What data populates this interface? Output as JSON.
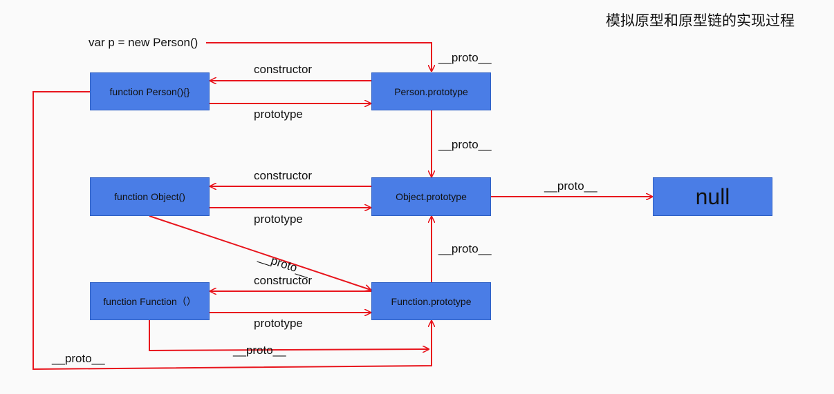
{
  "title": "模拟原型和原型链的实现过程",
  "instance_expr": "var p = new Person()",
  "nodes": {
    "person_fn": "function Person(){}",
    "person_proto": "Person.prototype",
    "object_fn": "function Object()",
    "object_proto": "Object.prototype",
    "function_fn": "function Function（）",
    "function_proto": "Function.prototype",
    "null": "null"
  },
  "edge_labels": {
    "constructor": "constructor",
    "prototype": "prototype",
    "proto": "__proto__"
  },
  "colors": {
    "node_fill": "#4a7de6",
    "arrow": "#e8141c"
  }
}
